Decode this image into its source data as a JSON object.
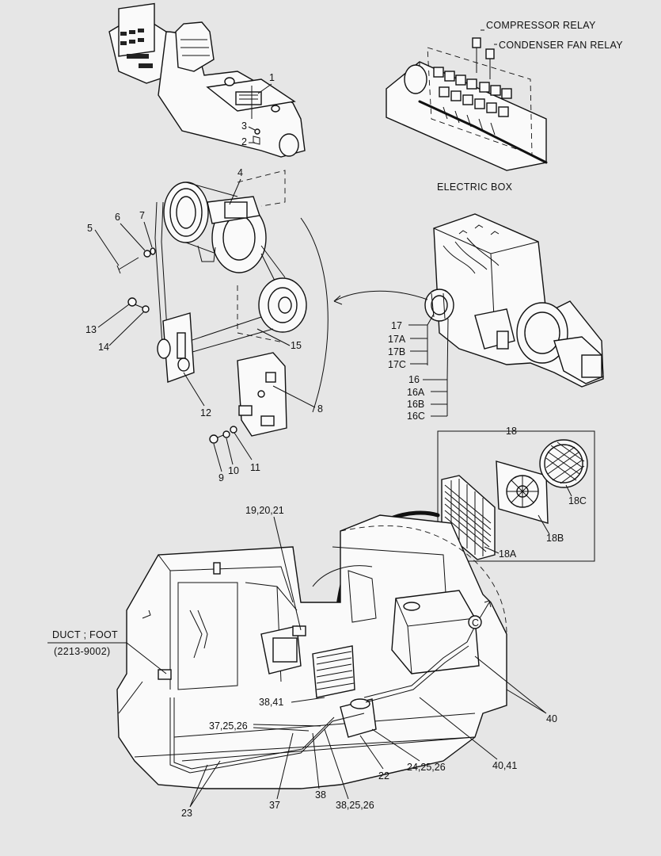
{
  "captions": {
    "compressor_relay": "COMPRESSOR RELAY",
    "condenser_fan_relay": "CONDENSER FAN RELAY",
    "electric_box": "ELECTRIC BOX",
    "duct_foot": "DUCT ; FOOT",
    "duct_foot_code": "(2213-9002)"
  },
  "callouts": {
    "c1": "1",
    "c2": "2",
    "c3": "3",
    "c4": "4",
    "c5": "5",
    "c6": "6",
    "c7": "7",
    "c8": "8",
    "c9": "9",
    "c10": "10",
    "c11": "11",
    "c12": "12",
    "c13": "13",
    "c14": "14",
    "c15": "15",
    "c17": "17",
    "c17a": "17A",
    "c17b": "17B",
    "c17c": "17C",
    "c16": "16",
    "c16a": "16A",
    "c16b": "16B",
    "c16c": "16C",
    "c18": "18",
    "c18a": "18A",
    "c18b": "18B",
    "c18c": "18C",
    "c19": "19,20,21",
    "c22": "22",
    "c23": "23",
    "c24": "24,25,26",
    "c37": "37",
    "c37b": "37,25,26",
    "c38": "38",
    "c38b": "38,41",
    "c38c": "38,25,26",
    "c40": "40",
    "c40b": "40,41",
    "detail_c": "C"
  }
}
